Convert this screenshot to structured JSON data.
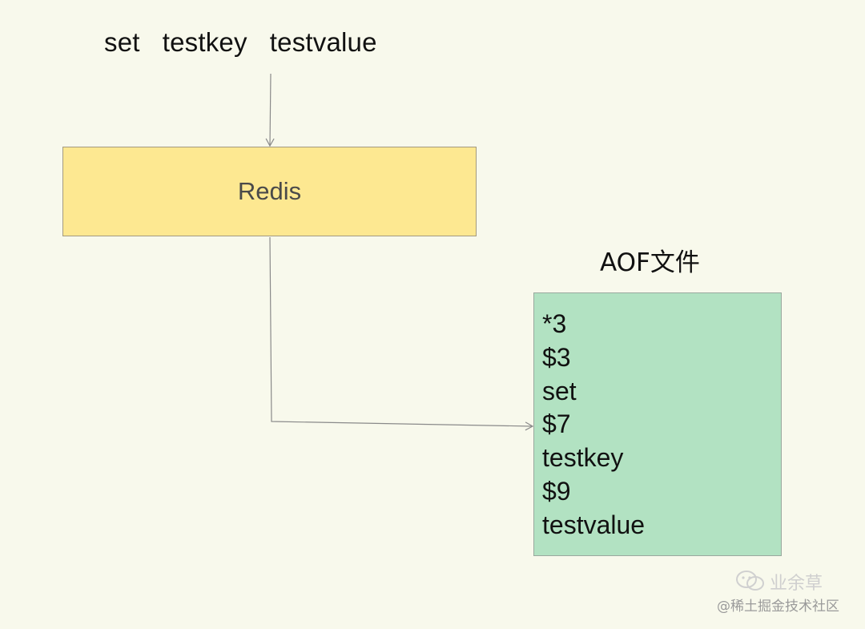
{
  "command": {
    "text": "set   testkey   testvalue"
  },
  "redis": {
    "label": "Redis"
  },
  "aof": {
    "title": "AOF文件",
    "lines": [
      "*3",
      "$3",
      "set",
      "$7",
      "testkey",
      "$9",
      "testvalue"
    ]
  },
  "watermark": {
    "name": "业余草",
    "site": "@稀土掘金技术社区"
  },
  "colors": {
    "background": "#f8f9ec",
    "redis_fill": "#fde891",
    "aof_fill": "#b2e2c2",
    "connector": "#8a8a8a"
  }
}
